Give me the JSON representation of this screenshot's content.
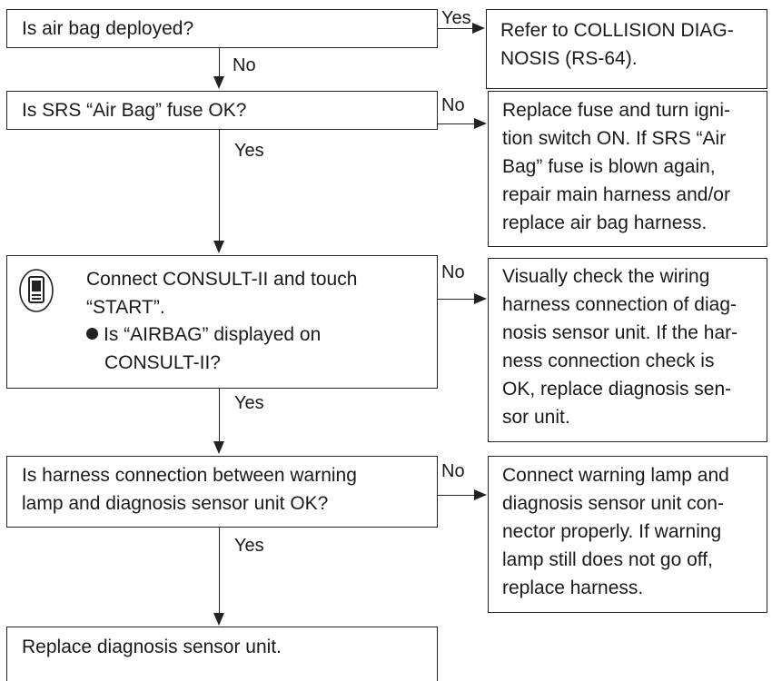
{
  "steps": [
    {
      "question": "Is air bag deployed?",
      "yes_action": [
        "Refer to COLLISION DIAG-",
        "NOSIS (RS-64)."
      ],
      "yes_label": "Yes",
      "no_label": "No"
    },
    {
      "question": "Is SRS “Air Bag” fuse OK?",
      "no_label": "No",
      "yes_label": "Yes",
      "no_action": [
        "Replace fuse and turn igni-",
        "tion switch ON. If SRS “Air",
        "Bag” fuse is blown again,",
        "repair main harness and/or",
        "replace air bag harness."
      ]
    },
    {
      "question_lines": [
        "Connect CONSULT-II and touch",
        "“START”."
      ],
      "bullet_lines": [
        "Is “AIRBAG” displayed on",
        "CONSULT-II?"
      ],
      "no_label": "No",
      "yes_label": "Yes",
      "no_action": [
        "Visually check the wiring",
        "harness connection of diag-",
        "nosis sensor unit. If the har-",
        "ness connection check is",
        "OK, replace diagnosis sen-",
        "sor unit."
      ]
    },
    {
      "question_lines": [
        "Is harness connection between warning",
        "lamp and diagnosis sensor unit OK?"
      ],
      "no_label": "No",
      "yes_label": "Yes",
      "no_action": [
        "Connect warning lamp and",
        "diagnosis sensor unit con-",
        "nector properly. If warning",
        "lamp still does not go off,",
        "replace harness."
      ]
    }
  ],
  "final_action": "Replace diagnosis sensor unit.",
  "icons": {
    "consult": "consult-ii-device-icon"
  }
}
